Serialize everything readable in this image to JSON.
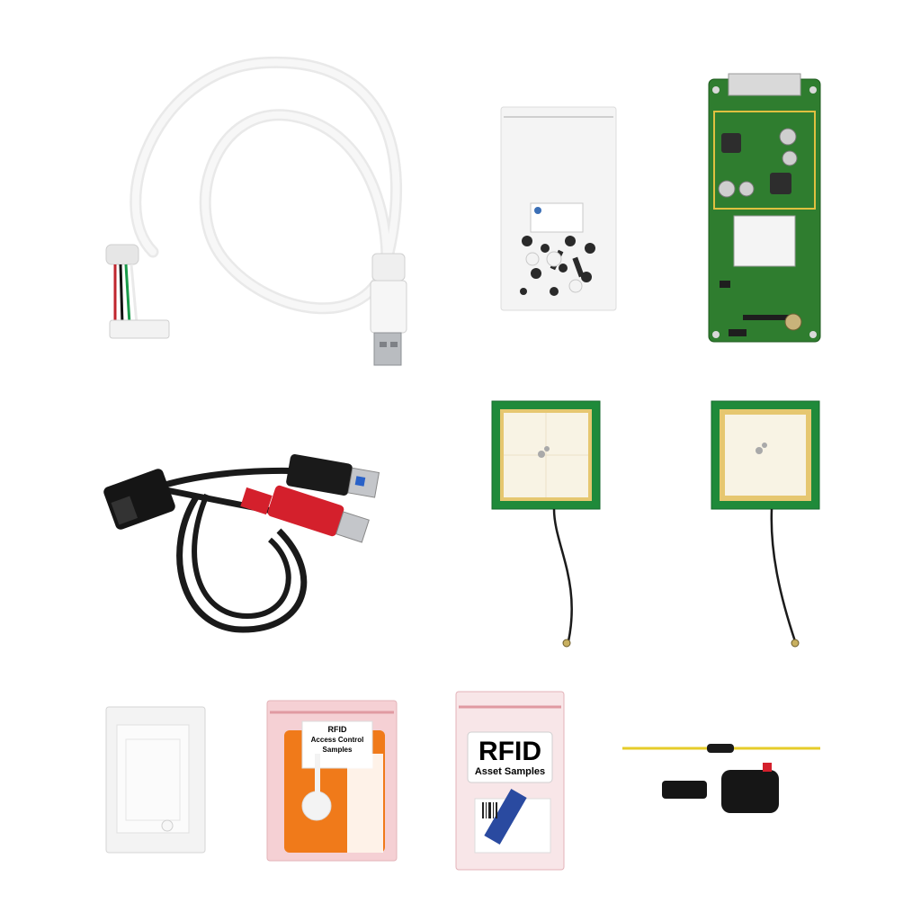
{
  "scene": {
    "description_items": [
      "usb-cable-white",
      "hardware-bag",
      "rfid-reader-board",
      "usb-y-cable",
      "rfid-antenna-left",
      "rfid-antenna-right",
      "clear-tag-samples",
      "access-control-samples-bag",
      "asset-samples-bag",
      "wire-tag-and-fobs"
    ]
  },
  "access_bag": {
    "title_line1": "RFID",
    "title_line2": "Access Control",
    "title_line3": "Samples"
  },
  "asset_bag": {
    "title_line1": "RFID",
    "title_line2": "Asset Samples"
  },
  "colors": {
    "pcb_green": "#2f7d2f",
    "antenna_green": "#1f8a3a",
    "antenna_inner": "#f6ecd0",
    "usb_red": "#d4202c",
    "usb_blue": "#2a62c8",
    "tag_orange": "#f07a1a",
    "bag_pink": "#f5d0d4",
    "cable_white": "#f0f0f0",
    "cable_black": "#1a1a1a"
  }
}
